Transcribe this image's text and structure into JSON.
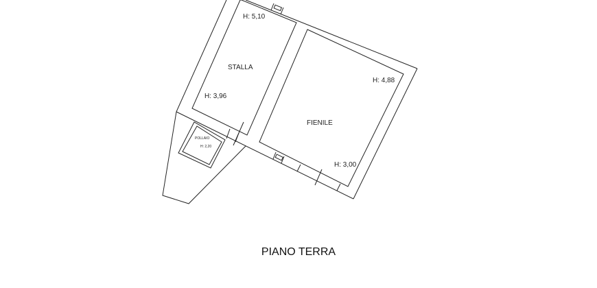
{
  "plan": {
    "title": "PIANO TERRA",
    "rooms": [
      {
        "name": "STALLA",
        "heights": [
          "H: 5,10",
          "H: 3,96"
        ]
      },
      {
        "name": "FIENILE",
        "heights": [
          "H: 4,88",
          "H: 3,00"
        ]
      },
      {
        "name": "POLLAIO",
        "heights": [
          "H: 2,20"
        ]
      }
    ]
  }
}
